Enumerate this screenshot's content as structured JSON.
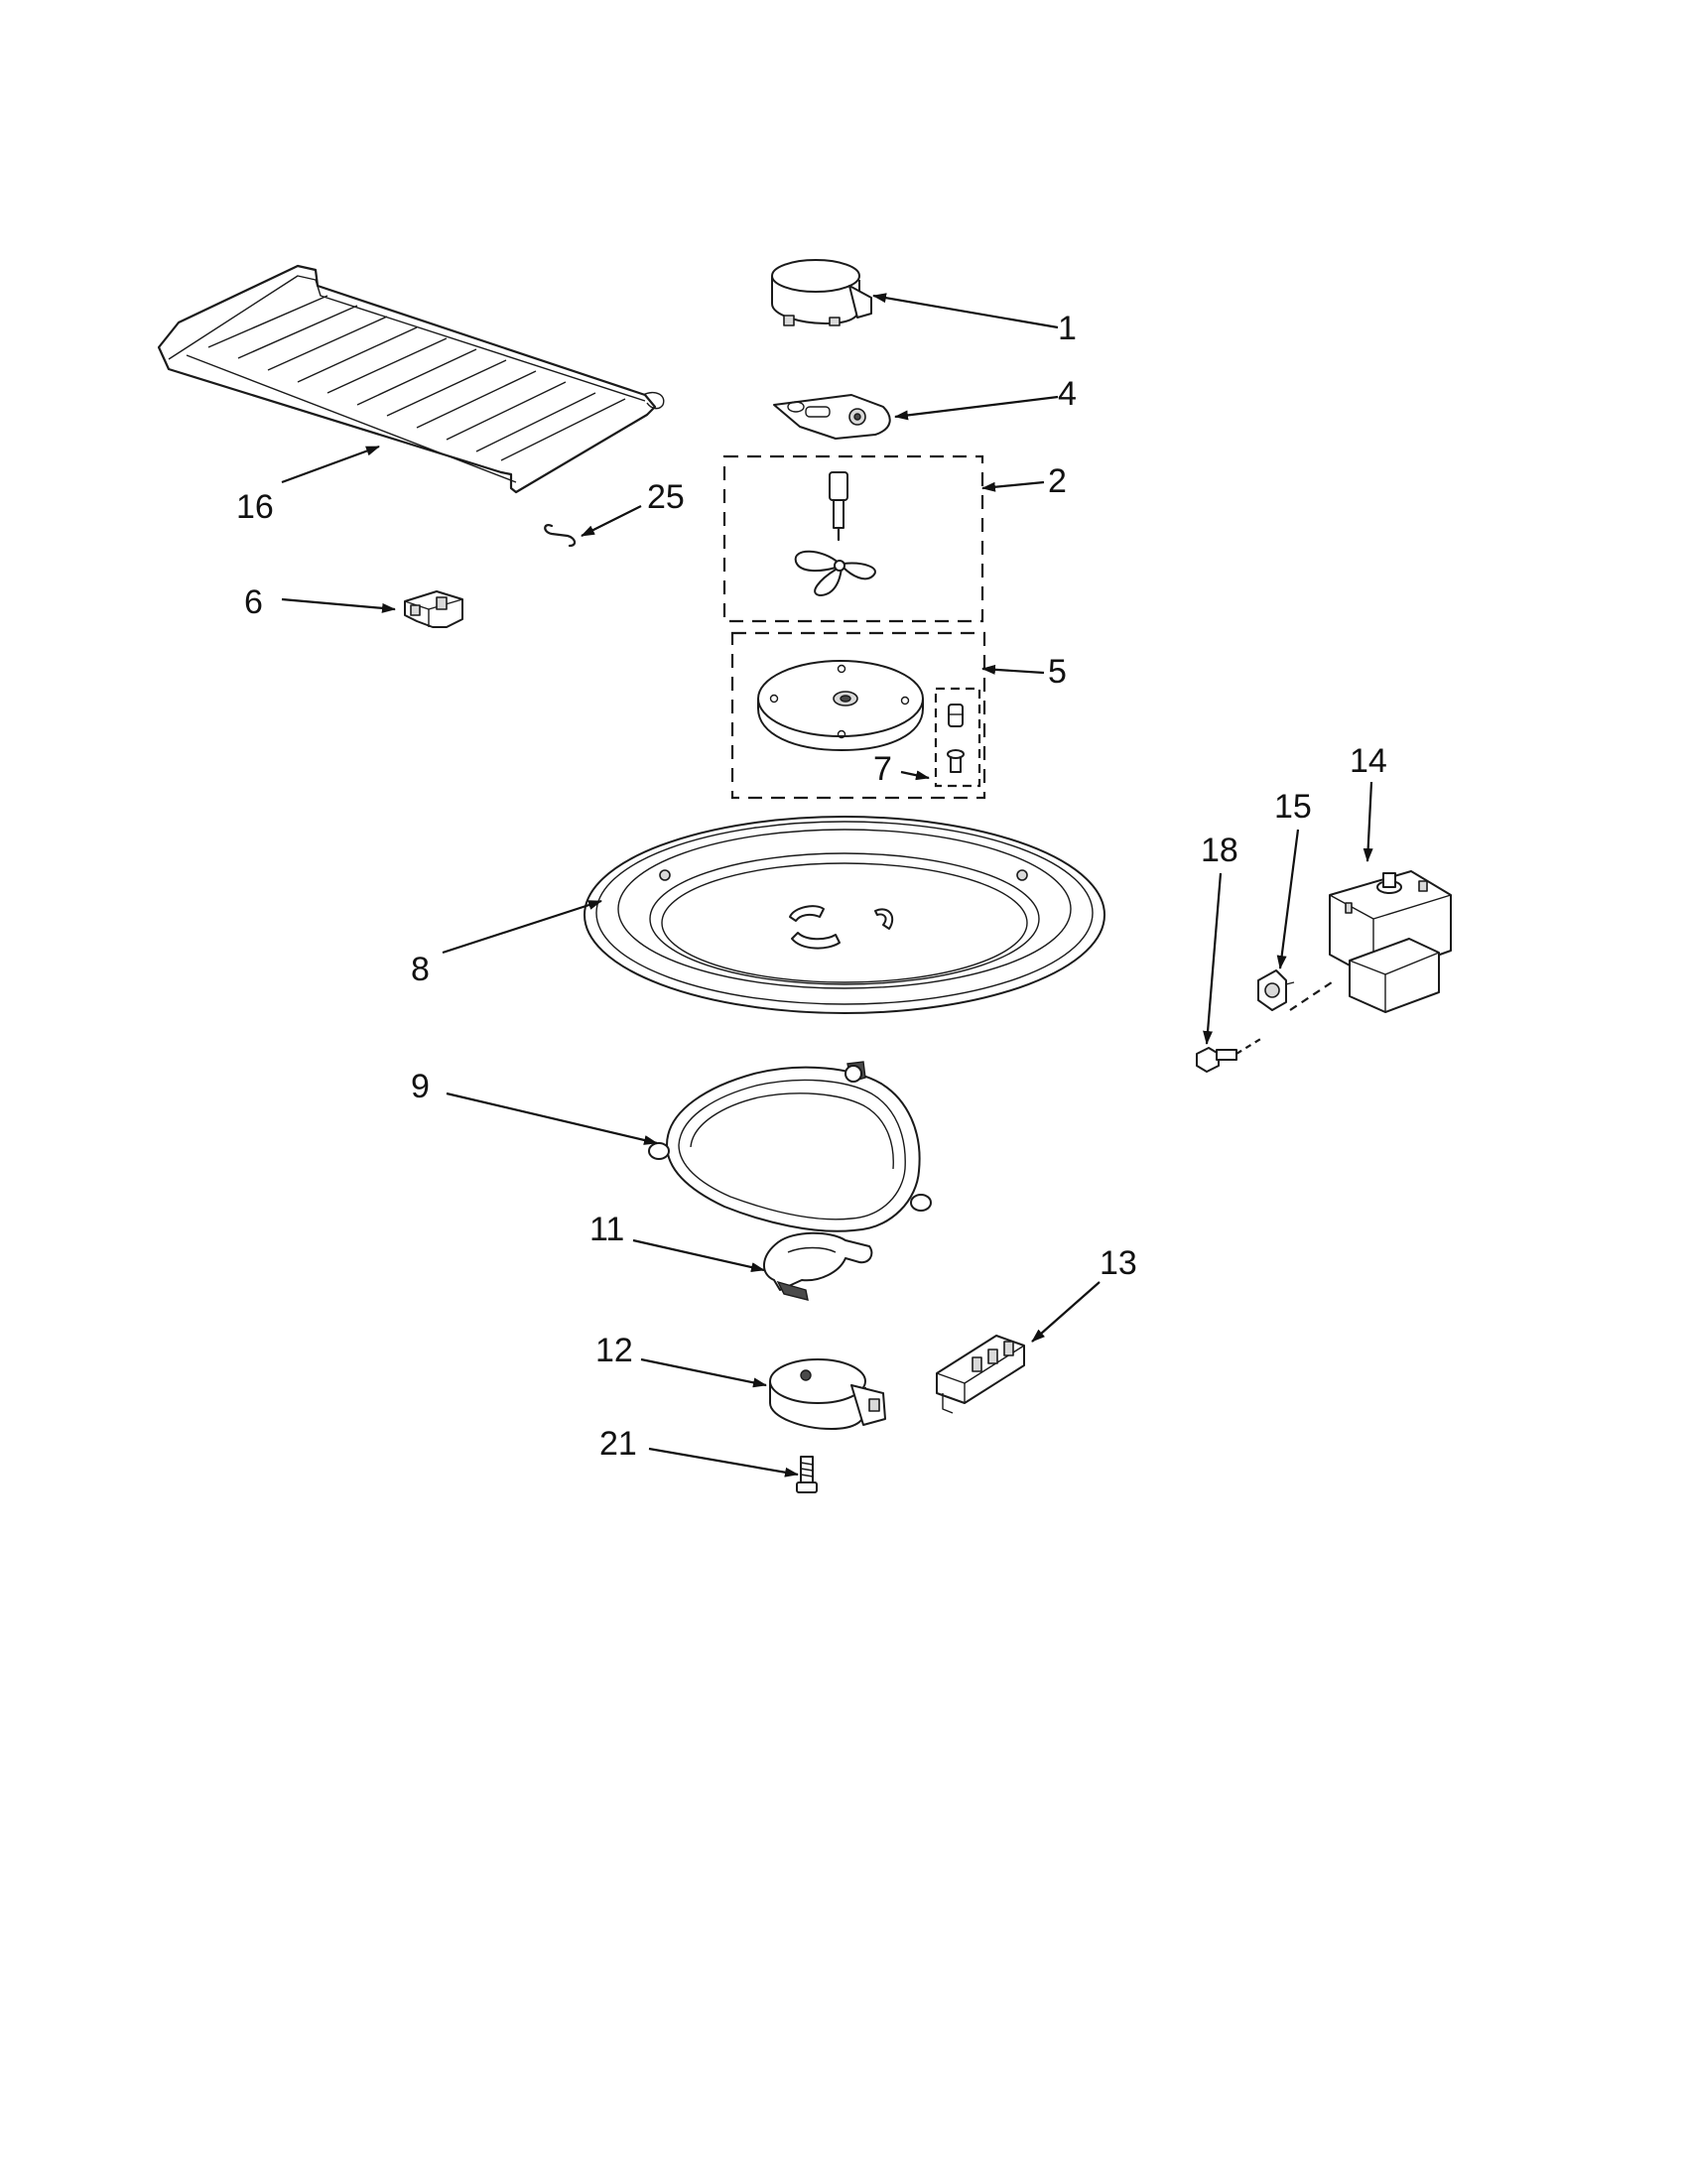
{
  "callouts": {
    "c1": "1",
    "c2": "2",
    "c4": "4",
    "c5": "5",
    "c6": "6",
    "c7": "7",
    "c8": "8",
    "c9": "9",
    "c11": "11",
    "c12": "12",
    "c13": "13",
    "c14": "14",
    "c15": "15",
    "c16": "16",
    "c18": "18",
    "c21": "21",
    "c25": "25"
  }
}
